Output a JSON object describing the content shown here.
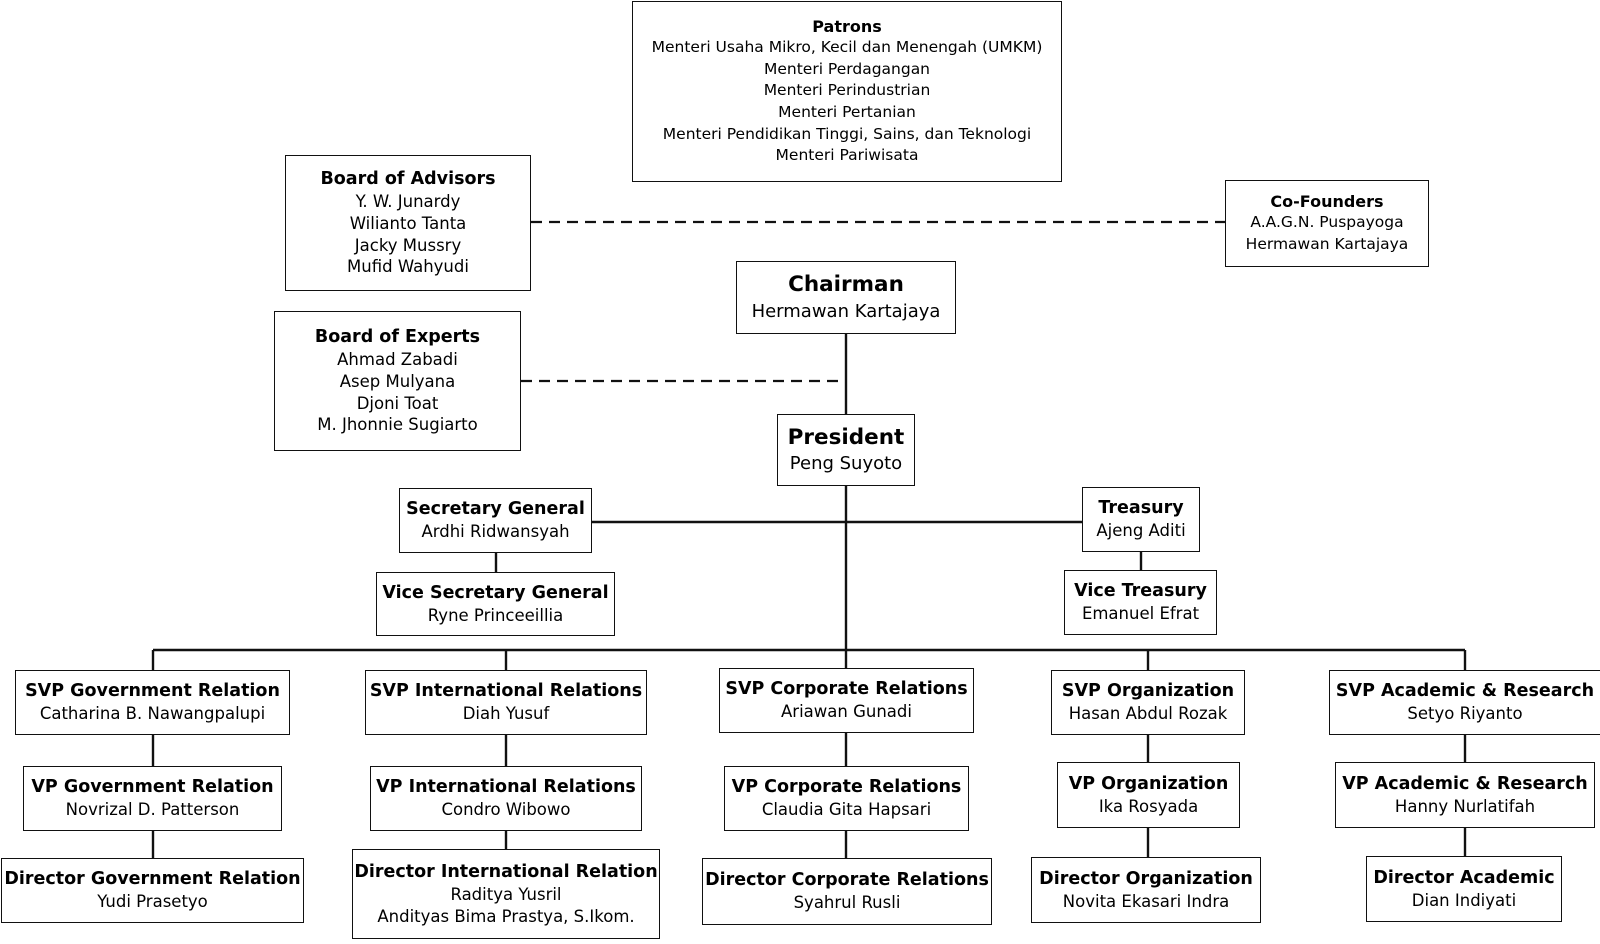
{
  "patrons": {
    "title": "Patrons",
    "members": [
      "Menteri Usaha Mikro, Kecil dan Menengah (UMKM)",
      "Menteri Perdagangan",
      "Menteri Perindustrian",
      "Menteri Pertanian",
      "Menteri Pendidikan Tinggi, Sains, dan Teknologi",
      "Menteri Pariwisata"
    ]
  },
  "advisors": {
    "title": "Board of Advisors",
    "members": [
      "Y. W. Junardy",
      "Wilianto Tanta",
      "Jacky Mussry",
      "Mufid Wahyudi"
    ]
  },
  "cofounders": {
    "title": "Co-Founders",
    "members": [
      "A.A.G.N. Puspayoga",
      "Hermawan Kartajaya"
    ]
  },
  "experts": {
    "title": "Board of Experts",
    "members": [
      "Ahmad Zabadi",
      "Asep Mulyana",
      "Djoni Toat",
      "M. Jhonnie Sugiarto"
    ]
  },
  "chairman": {
    "title": "Chairman",
    "name": "Hermawan Kartajaya"
  },
  "president": {
    "title": "President",
    "name": "Peng Suyoto"
  },
  "secretary_general": {
    "title": "Secretary General",
    "name": "Ardhi Ridwansyah"
  },
  "vice_secretary_general": {
    "title": "Vice Secretary General",
    "name": "Ryne Princeeillia"
  },
  "treasury": {
    "title": "Treasury",
    "name": "Ajeng Aditi"
  },
  "vice_treasury": {
    "title": "Vice Treasury",
    "name": "Emanuel Efrat"
  },
  "columns": [
    {
      "svp": {
        "title": "SVP Government Relation",
        "name": "Catharina B. Nawangpalupi"
      },
      "vp": {
        "title": "VP Government Relation",
        "name": "Novrizal D. Patterson"
      },
      "director": {
        "title": "Director Government Relation",
        "names": [
          "Yudi Prasetyo"
        ]
      }
    },
    {
      "svp": {
        "title": "SVP International Relations",
        "name": "Diah Yusuf"
      },
      "vp": {
        "title": "VP International Relations",
        "name": "Condro Wibowo"
      },
      "director": {
        "title": "Director International Relation",
        "names": [
          "Raditya Yusril",
          "Andityas Bima Prastya, S.Ikom."
        ]
      }
    },
    {
      "svp": {
        "title": "SVP Corporate Relations",
        "name": "Ariawan Gunadi"
      },
      "vp": {
        "title": "VP Corporate Relations",
        "name": "Claudia Gita Hapsari"
      },
      "director": {
        "title": "Director Corporate Relations",
        "names": [
          "Syahrul Rusli"
        ]
      }
    },
    {
      "svp": {
        "title": "SVP Organization",
        "name": "Hasan Abdul Rozak"
      },
      "vp": {
        "title": "VP Organization",
        "name": "Ika Rosyada"
      },
      "director": {
        "title": "Director Organization",
        "names": [
          "Novita Ekasari Indra"
        ]
      }
    },
    {
      "svp": {
        "title": "SVP Academic & Research",
        "name": "Setyo Riyanto"
      },
      "vp": {
        "title": "VP Academic & Research",
        "name": "Hanny Nurlatifah"
      },
      "director": {
        "title": "Director Academic",
        "names": [
          "Dian Indiyati"
        ]
      }
    }
  ]
}
